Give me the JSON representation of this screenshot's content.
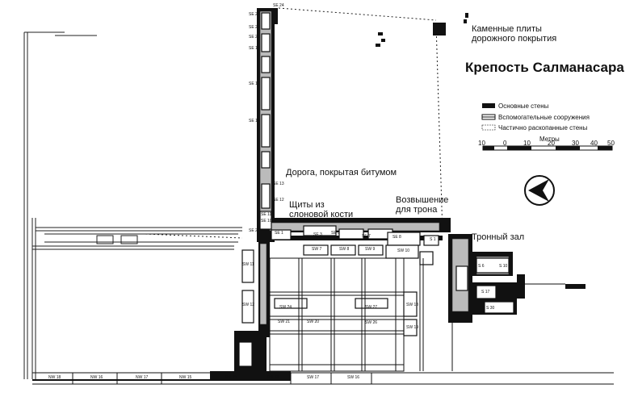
{
  "map": {
    "title": "Крепость Салманасара",
    "labels": {
      "stones": "Каменные плиты\nдорожного покрытия",
      "road": "Дорога, покрытая битумом",
      "ivory": "Щиты из\nслоновой кости",
      "dais": "Возвышение\nдля трона",
      "throne_room": "Тронный зал"
    },
    "legend": {
      "main_walls": "Основные стены",
      "aux": "Вспомогательные сооружения",
      "partial": "Частично раскопанные стены"
    },
    "scale": {
      "title": "Метры",
      "ticks": [
        "10",
        "0",
        "10",
        "20",
        "30",
        "40",
        "50"
      ]
    },
    "room_labels": [
      "SE 24",
      "SE 23",
      "SE 22",
      "SE 20",
      "SE 19",
      "SE 17",
      "SE 15",
      "SE 13",
      "SE 12",
      "SE 11",
      "SE 10",
      "SE 2",
      "SE 1",
      "SE 4",
      "SE 3",
      "SE 5",
      "SE 7",
      "SE 8",
      "S 1",
      "SW 7",
      "SW 8",
      "SW 9",
      "SW 10",
      "SW 11",
      "SW 12",
      "SW 13",
      "SW 19",
      "SW 20",
      "SW 21",
      "SW 24",
      "SW 26",
      "SW 27",
      "NW 18",
      "NW 16",
      "NW 17",
      "NW 15",
      "SW 18",
      "SW 15",
      "SW 17",
      "SW 16",
      "S 6",
      "S 10",
      "S 17",
      "S 30"
    ]
  }
}
